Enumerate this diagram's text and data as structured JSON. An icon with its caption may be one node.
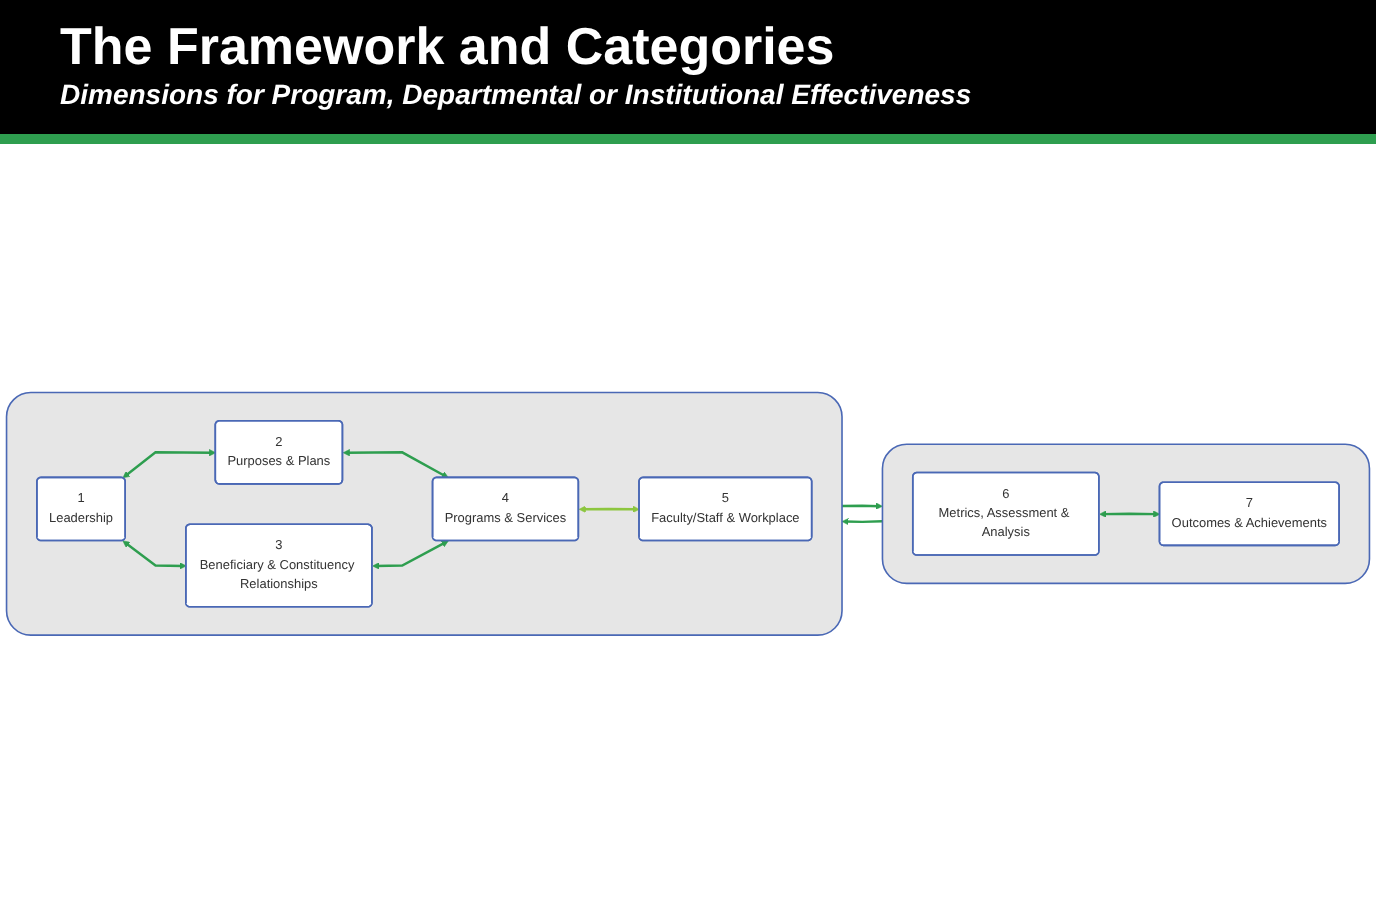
{
  "diagram": {
    "title": "The Framework and Categories",
    "caption": "Dimensions for Program, Departmental or Institutional Effectiveness",
    "nodes": [
      {
        "text": [],
        "shape": "box"
      },
      {
        "text": [
          "1",
          "Leadership"
        ],
        "in": 0
      },
      {
        "text": [
          "2",
          "Purposes & Plans"
        ],
        "in": 0
      },
      {
        "text": [
          "3",
          "Beneficiary & Constituency Relationships"
        ],
        "in": 0
      },
      {
        "text": [
          "4",
          "Programs & Services"
        ],
        "in": 0
      },
      {
        "text": [
          "5",
          "Faculty/Staff & Workplace"
        ],
        "in": 0
      },
      {
        "text": [],
        "shape": "box"
      },
      {
        "text": [
          "6",
          "Metrics, Assessment & Analysis"
        ],
        "in": 6
      },
      {
        "text": [
          "7",
          "Outcomes & Achievements"
        ],
        "in": 6
      }
    ],
    "edges": [
      {
        "from": 1,
        "to": 2,
        "arrow": "both"
      },
      {
        "from": 2,
        "to": 4,
        "arrow": "both"
      },
      {
        "from": 1,
        "to": 3,
        "arrow": "both"
      },
      {
        "from": 3,
        "to": 4,
        "arrow": "both"
      },
      {
        "from": 4,
        "to": 5,
        "arrow": "both",
        "color": "#8dc63f"
      },
      {
        "from": 0,
        "to": 6,
        "arrow": "to"
      },
      {
        "from": 7,
        "to": 8,
        "arrow": "both"
      },
      {
        "from": 6,
        "to": 0,
        "arrow": "to"
      }
    ]
  }
}
